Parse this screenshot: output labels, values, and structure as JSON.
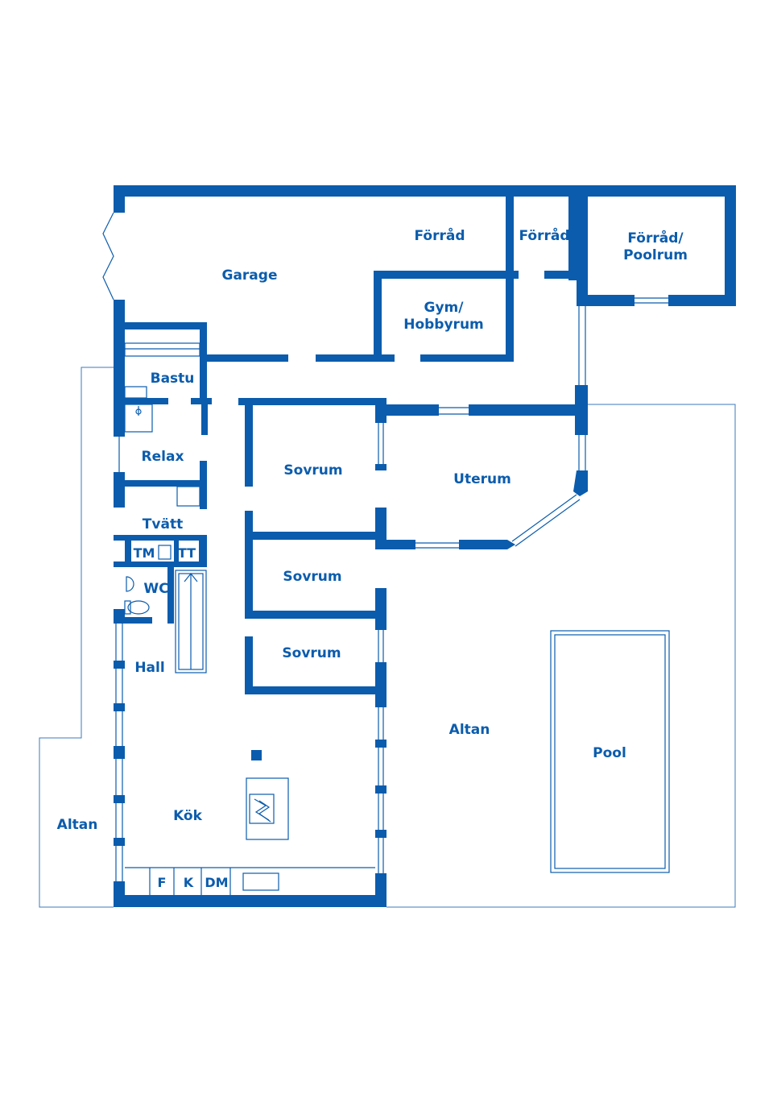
{
  "colors": {
    "wall": "#0b5cad",
    "background": "#ffffff"
  },
  "rooms": {
    "garage": "Garage",
    "forrad_1": "Förråd",
    "forrad_2": "Förråd",
    "forrad_poolrum_line1": "Förråd/",
    "forrad_poolrum_line2": "Poolrum",
    "gym_line1": "Gym/",
    "gym_line2": "Hobbyrum",
    "bastu": "Bastu",
    "relax": "Relax",
    "tvatt": "Tvätt",
    "tm": "TM",
    "tt": "TT",
    "wc": "WC",
    "hall": "Hall",
    "sovrum_1": "Sovrum",
    "sovrum_2": "Sovrum",
    "sovrum_3": "Sovrum",
    "uterum": "Uterum",
    "altan_east": "Altan",
    "altan_west": "Altan",
    "pool": "Pool",
    "kok": "Kök",
    "appliance_f": "F",
    "appliance_k": "K",
    "appliance_dm": "DM"
  }
}
